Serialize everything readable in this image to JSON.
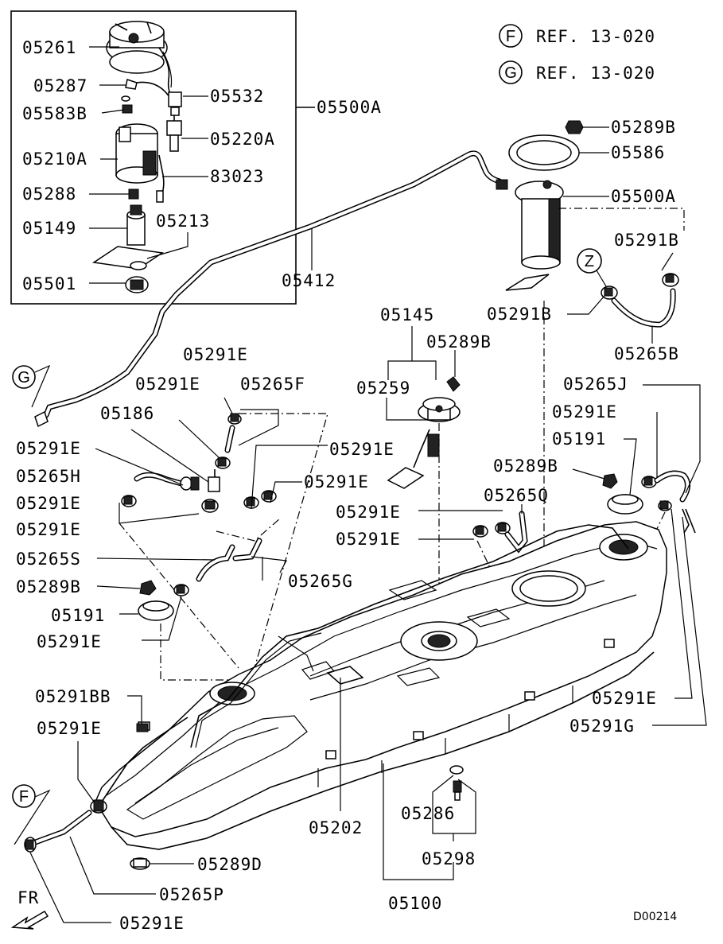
{
  "refs": [
    {
      "circle": "F",
      "text": "REF. 13-020"
    },
    {
      "circle": "G",
      "text": "REF. 13-020"
    }
  ],
  "callouts": {
    "z": "Z",
    "g": "G",
    "f": "F"
  },
  "labels": {
    "l05261": "05261",
    "l05287": "05287",
    "l05583B": "05583B",
    "l05210A": "05210A",
    "l05288": "05288",
    "l05149": "05149",
    "l05501": "05501",
    "l05532": "05532",
    "l05220A": "05220A",
    "l83023": "83023",
    "l05213": "05213",
    "l05500A_box": "05500A",
    "l05289B_top": "05289B",
    "l05586": "05586",
    "l05500A": "05500A",
    "l05291B_a": "05291B",
    "l05291B_b": "05291B",
    "l05265B": "05265B",
    "l05412": "05412",
    "l05145": "05145",
    "l05289B_mid": "05289B",
    "l05259": "05259",
    "l05291E_1": "05291E",
    "l05291E_2": "05291E",
    "l05265F": "05265F",
    "l05186": "05186",
    "l05291E_3": "05291E",
    "l05265H": "05265H",
    "l05291E_4": "05291E",
    "l05291E_5": "05291E",
    "l05265S": "05265S",
    "l05289B_left": "05289B",
    "l05191_left": "05191",
    "l05291E_6": "05291E",
    "l05291E_7": "05291E",
    "l05291E_8": "05291E",
    "l05265G": "05265G",
    "l05291E_9": "05291E",
    "l05291E_10": "05291E",
    "l05265Q": "05265Q",
    "l05265J": "05265J",
    "l05291E_11": "05291E",
    "l05191_right": "05191",
    "l05289B_right": "05289B",
    "l05291E_12": "05291E",
    "l05291G": "05291G",
    "l05291BB": "05291BB",
    "l05291E_13": "05291E",
    "l05202": "05202",
    "l05286": "05286",
    "l05298": "05298",
    "l05289D": "05289D",
    "l05265P": "05265P",
    "l05291E_14": "05291E",
    "l05100": "05100",
    "fr": "FR"
  },
  "diagram_code": "D00214"
}
